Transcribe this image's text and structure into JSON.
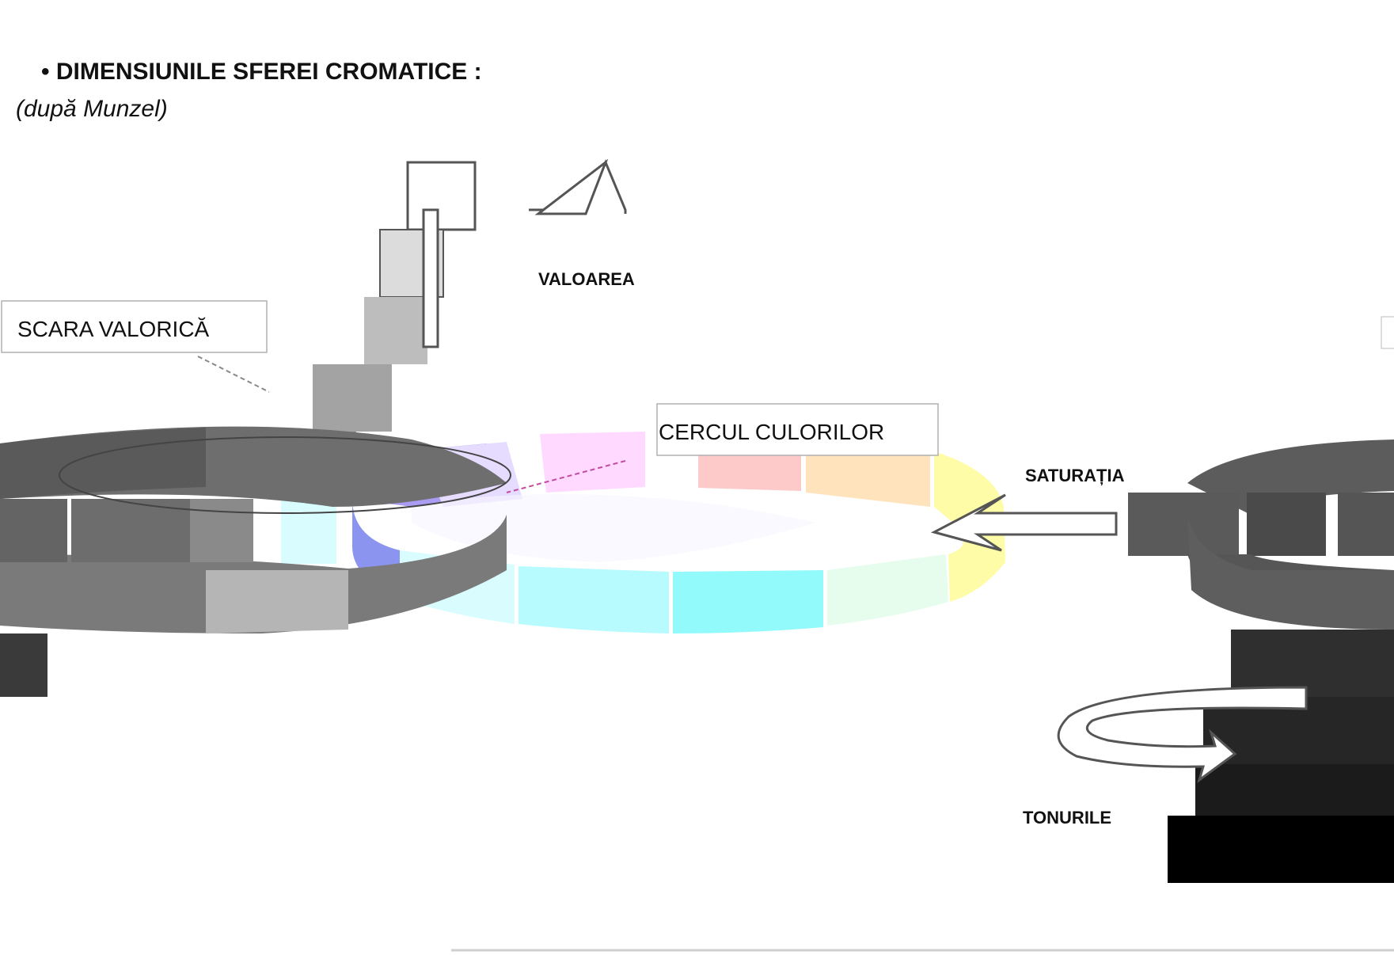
{
  "title": "• DIMENSIUNILE SFEREI CROMATICE :",
  "subtitle": "(după Munzel)",
  "labels": {
    "value_scale": "SCARA VALORICĂ",
    "color_circle": "CERCUL CULORILOR",
    "value": "VALOAREA",
    "saturation": "SATURAȚIA",
    "hues": "TONURILE"
  },
  "colors": {
    "ring_dark": "#595959",
    "ring_mid": "#7a7a7a",
    "ring_light": "#b5b5b5",
    "red": "#fdc9c9",
    "orange": "#ffe3bd",
    "yellow": "#fefca6",
    "green_pale": "#e6fdee",
    "cyan": "#93fafc",
    "cyan_light": "#b8fbfe",
    "cyan_pale": "#d9fdfe",
    "blue": "#8b95ef",
    "violet": "#a99cf2",
    "violet_pale": "#e6dcff",
    "magenta": "#ffd9ff"
  }
}
